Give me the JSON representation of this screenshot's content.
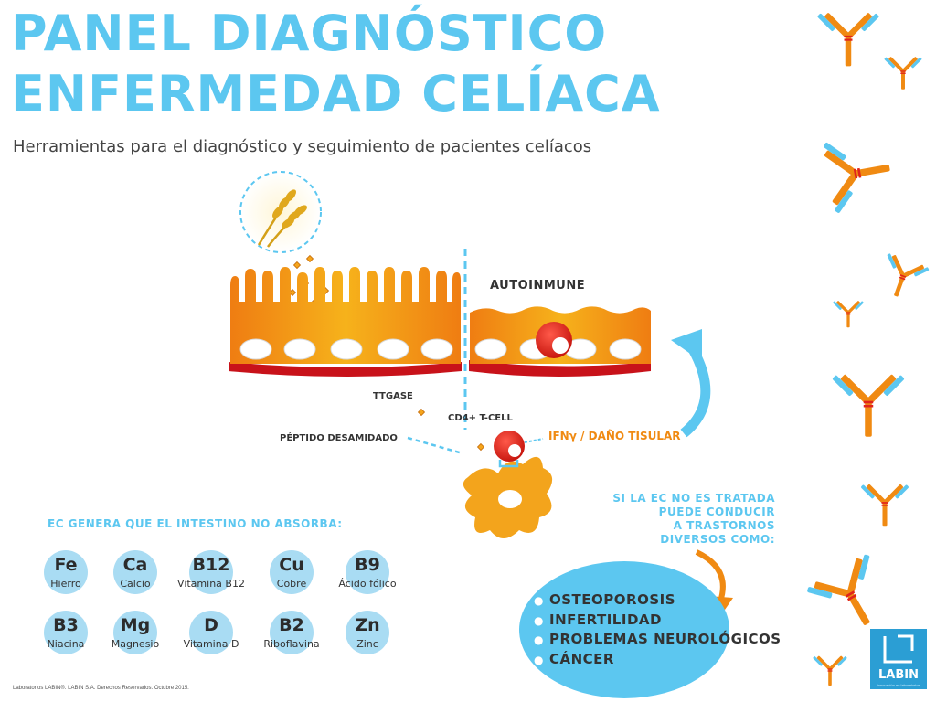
{
  "title": {
    "line1": "PANEL DIAGNÓSTICO",
    "line2": "ENFERMEDAD CELÍACA"
  },
  "subtitle": "Herramientas para el diagnóstico y seguimiento de pacientes celíacos",
  "diagram": {
    "autoinmune": "AUTOINMUNE",
    "ttgase": "TTGASE",
    "cd4": "CD4+ T-CELL",
    "peptido": "PÉPTIDO DESAMIDADO",
    "ifn": "IFNγ / DAÑO TISULAR"
  },
  "nutrients": {
    "heading": "EC GENERA QUE EL INTESTINO NO ABSORBA:",
    "items": [
      {
        "symbol": "Fe",
        "name": "Hierro"
      },
      {
        "symbol": "Ca",
        "name": "Calcio"
      },
      {
        "symbol": "B12",
        "name": "Vitamina B12"
      },
      {
        "symbol": "Cu",
        "name": "Cobre"
      },
      {
        "symbol": "B9",
        "name": "Ácido fólico"
      },
      {
        "symbol": "B3",
        "name": "Niacina"
      },
      {
        "symbol": "Mg",
        "name": "Magnesio"
      },
      {
        "symbol": "D",
        "name": "Vitamina D"
      },
      {
        "symbol": "B2",
        "name": "Riboflavina"
      },
      {
        "symbol": "Zn",
        "name": "Zinc"
      }
    ]
  },
  "warning": {
    "lines": [
      "SI LA EC NO ES TRATADA",
      "PUEDE CONDUCIR",
      "A TRASTORNOS",
      "DIVERSOS COMO:"
    ]
  },
  "diseases": [
    "OSTEOPOROSIS",
    "INFERTILIDAD",
    "PROBLEMAS NEUROLÓGICOS",
    "CÁNCER"
  ],
  "footer": "Laboratorios LABIN®. LABIN S.A. Derechos Reservados. Octubre 2015.",
  "logo": {
    "word": "LABIN",
    "tagline": "Innovación en laboratorios"
  },
  "colors": {
    "blue": "#5cc7f0",
    "orange": "#f08a12",
    "red": "#e0241b",
    "darkText": "#333333"
  },
  "icons": [
    "wheat-icon",
    "antibody-icon",
    "t-cell-icon",
    "dendritic-cell-icon",
    "gliadin-peptide-icon"
  ]
}
